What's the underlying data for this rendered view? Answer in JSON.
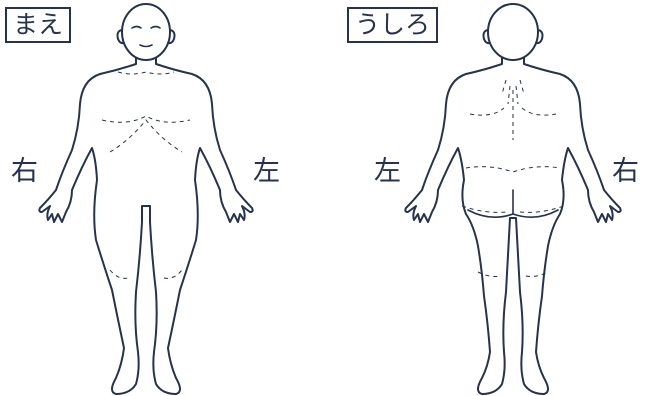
{
  "front": {
    "title": "まえ",
    "side_right": "右",
    "side_left": "左"
  },
  "back": {
    "title": "うしろ",
    "side_left": "左",
    "side_right": "右"
  },
  "colors": {
    "line": "#27324f",
    "background": "#ffffff"
  }
}
